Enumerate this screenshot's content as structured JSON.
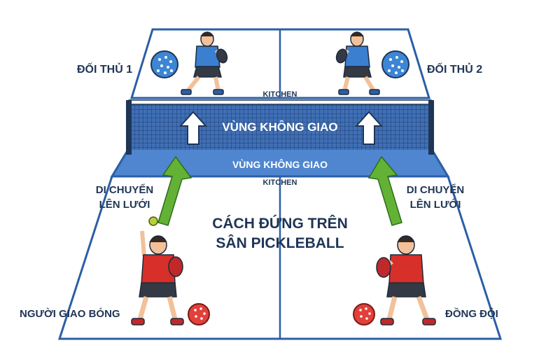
{
  "labels": {
    "opponent_1": "ĐỐI THỦ 1",
    "opponent_2": "ĐỐI THỦ 2",
    "kitchen_top": "KITCHEN",
    "kitchen_bottom": "KITCHEN",
    "no_volley_zone_net": "VÙNG KHÔNG GIAO",
    "no_volley_zone_floor": "VÙNG KHÔNG GIAO",
    "move_left_line1": "DI CHUYỂN",
    "move_left_line2": "LÊN LƯỚI",
    "move_right_line1": "DI CHUYỂN",
    "move_right_line2": "LÊN LƯỚI",
    "center_title_line1": "CÁCH ĐỨNG TRÊN",
    "center_title_line2": "SÂN PICKLEBALL",
    "server": "NGƯỜI GIAO BÓNG",
    "partner": "ĐỒNG ĐỘI"
  },
  "icons": {
    "ball_far": "pickleball-blue",
    "ball_near": "pickleball-red",
    "arrow_up": "arrow-up-icon"
  },
  "colors": {
    "court_line": "#2b5fa6",
    "kitchen_fill": "#4f86cf",
    "net_fill": "#3f6fb4",
    "text_dark": "#1f3556",
    "arrow_green": "#63b236",
    "arrow_white": "#ffffff",
    "shirt_blue": "#3a7fd0",
    "shirt_red": "#d72f2a",
    "ball_blue": "#3d86d6",
    "ball_red": "#e2403a"
  }
}
